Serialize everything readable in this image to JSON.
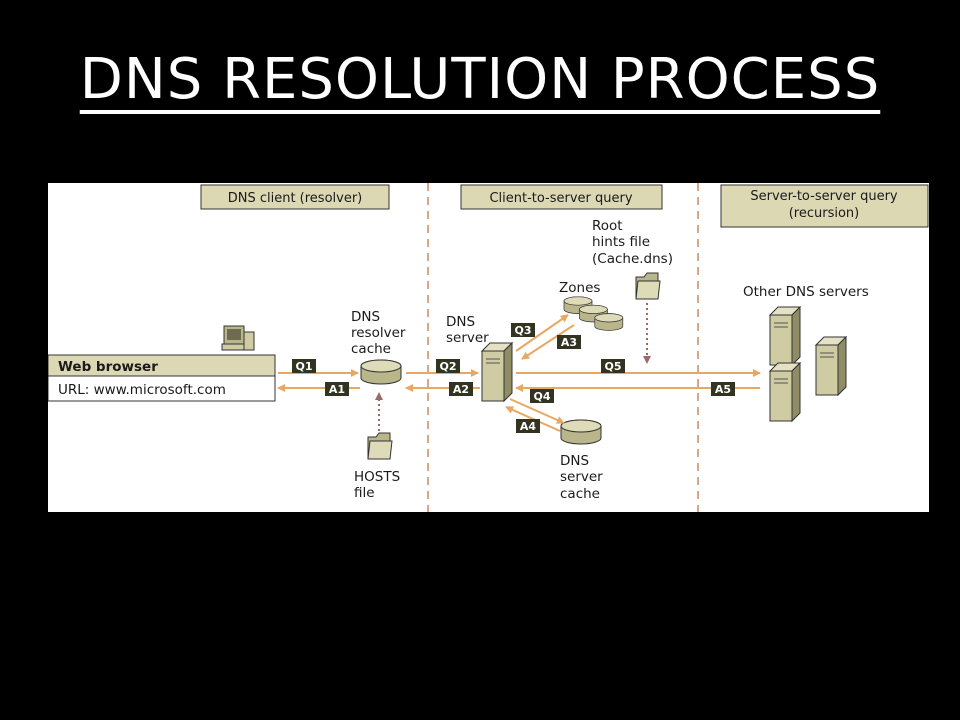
{
  "title": "DNS RESOLUTION PROCESS",
  "colors": {
    "background": "#000000",
    "panel": "#ffffff",
    "header_fill": "#dcd8b4",
    "arrow_orange": "#e8a862",
    "box_olive": "#b9b68b",
    "tag_dark": "#333322",
    "divider": "#d9a88a"
  },
  "sections": {
    "client": "DNS client (resolver)",
    "query": "Client-to-server query",
    "server_line1": "Server-to-server query",
    "server_line2": "(recursion)"
  },
  "browser": {
    "title": "Web browser",
    "url": "URL: www.microsoft.com"
  },
  "labels": {
    "resolver_cache": [
      "DNS",
      "resolver",
      "cache"
    ],
    "hosts_file": [
      "HOSTS",
      "file"
    ],
    "dns_server": [
      "DNS",
      "server"
    ],
    "zones": "Zones",
    "root_hints": [
      "Root",
      "hints file",
      "(Cache.dns)"
    ],
    "server_cache": [
      "DNS",
      "server",
      "cache"
    ],
    "other_servers": "Other DNS servers"
  },
  "tags": {
    "q1": "Q1",
    "a1": "A1",
    "q2": "Q2",
    "a2": "A2",
    "q3": "Q3",
    "a3": "A3",
    "q4": "Q4",
    "a4": "A4",
    "q5": "Q5",
    "a5": "A5"
  },
  "icons": {
    "computer": "computer-icon",
    "database": "database-icon",
    "folder": "folder-icon",
    "server": "server-tower-icon"
  }
}
